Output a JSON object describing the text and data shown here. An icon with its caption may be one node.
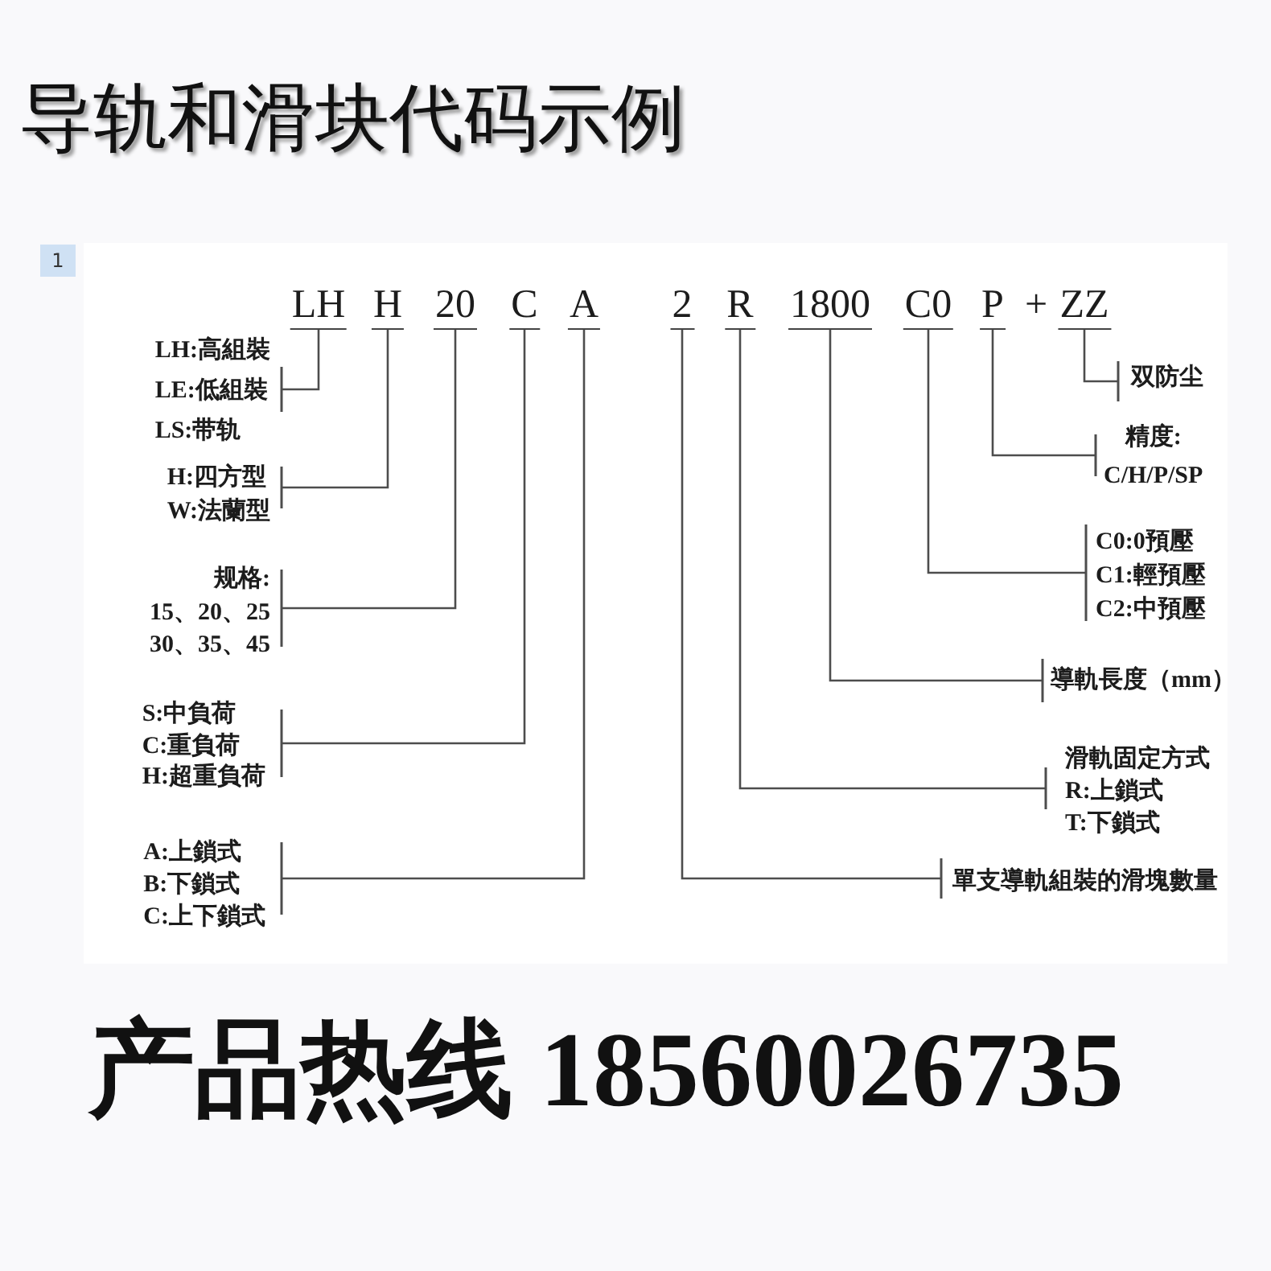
{
  "diagram": {
    "title": "导轨和滑块代码示例",
    "nodes": [
      {
        "text": [
          "LH"
        ]
      },
      {
        "text": [
          "H"
        ]
      },
      {
        "text": [
          "20"
        ]
      },
      {
        "text": [
          "C"
        ]
      },
      {
        "text": [
          "A"
        ]
      },
      {
        "text": [
          "2"
        ]
      },
      {
        "text": [
          "R"
        ]
      },
      {
        "text": [
          "1800"
        ]
      },
      {
        "text": [
          "C0"
        ]
      },
      {
        "text": [
          "P"
        ]
      },
      {
        "text": [
          "ZZ"
        ]
      },
      {
        "text": [
          "LH:高組裝",
          "LE:低組裝",
          "LS:带轨"
        ]
      },
      {
        "text": [
          "H:四方型",
          "W:法蘭型"
        ]
      },
      {
        "text": [
          "规格:",
          "15、20、25",
          "30、35、45"
        ]
      },
      {
        "text": [
          "S:中負荷",
          "C:重負荷",
          "H:超重負荷"
        ]
      },
      {
        "text": [
          "A:上鎖式",
          "B:下鎖式",
          "C:上下鎖式"
        ]
      },
      {
        "text": [
          "双防尘"
        ]
      },
      {
        "text": [
          "精度:",
          "C/H/P/SP"
        ]
      },
      {
        "text": [
          "C0:0預壓",
          "C1:輕預壓",
          "C2:中預壓"
        ]
      },
      {
        "text": [
          "導軌長度（mm）"
        ]
      },
      {
        "text": [
          "滑軌固定方式",
          "R:上鎖式",
          "T:下鎖式"
        ]
      },
      {
        "text": [
          "單支導軌組裝的滑塊數量"
        ]
      }
    ],
    "edges": [
      {
        "from": 0,
        "to": 11,
        "arrow": "other"
      },
      {
        "from": 1,
        "to": 12,
        "arrow": "other"
      },
      {
        "from": 2,
        "to": 13,
        "arrow": "other"
      },
      {
        "from": 3,
        "to": 14,
        "arrow": "other"
      },
      {
        "from": 4,
        "to": 15,
        "arrow": "other"
      },
      {
        "from": 5,
        "to": 21,
        "arrow": "other"
      },
      {
        "from": 6,
        "to": 20,
        "arrow": "other"
      },
      {
        "from": 7,
        "to": 19,
        "arrow": "other"
      },
      {
        "from": 8,
        "to": 18,
        "arrow": "other"
      },
      {
        "from": 9,
        "to": 17,
        "arrow": "other"
      },
      {
        "from": 10,
        "to": 16,
        "arrow": "other"
      }
    ],
    "labels": [
      "1",
      "+",
      "产品热线 18560026735"
    ]
  }
}
